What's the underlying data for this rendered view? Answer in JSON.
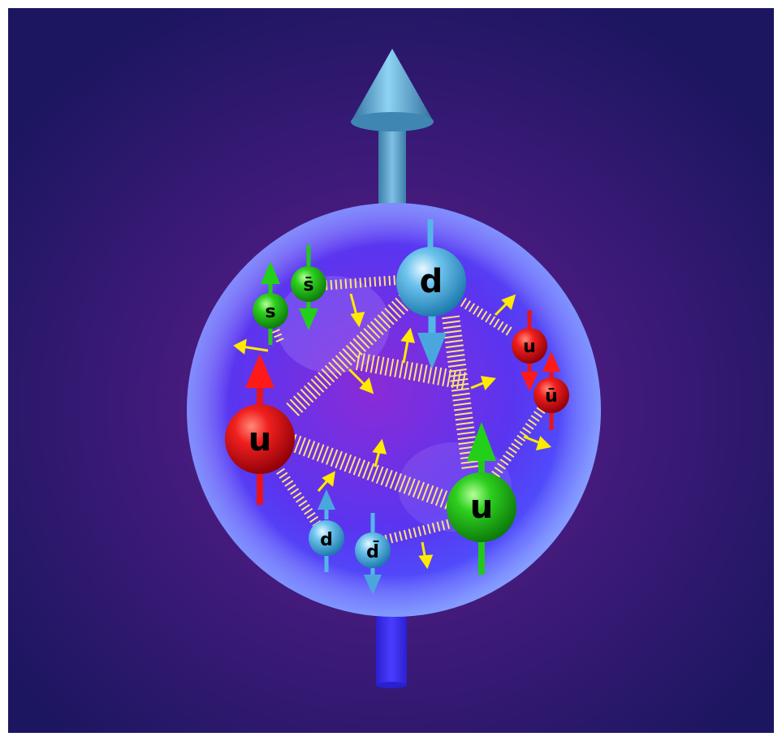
{
  "colors": {
    "background_center": "#6a1f8f",
    "background_edge": "#1c1660",
    "sphere": "#3f47ff",
    "spin_arrow": "#4aa3d6",
    "spin_stem_bottom": "#3a2cff",
    "gluon": "#ffe27a",
    "small_arrow": "#ffea00",
    "red_quark": "#e8141a",
    "green_quark": "#22c81c",
    "blue_quark": "#54b6e6"
  },
  "quarks": {
    "d_top": {
      "label": "d",
      "color": "blue",
      "spin": "down"
    },
    "u_left": {
      "label": "u",
      "color": "red",
      "spin": "up"
    },
    "u_right": {
      "label": "u",
      "color": "green",
      "spin": "up"
    },
    "s": {
      "label": "s",
      "color": "green",
      "spin": "up"
    },
    "s_bar": {
      "label": "s̄",
      "color": "green",
      "spin": "down"
    },
    "u_small": {
      "label": "u",
      "color": "red",
      "spin": "down"
    },
    "u_bar": {
      "label": "ū",
      "color": "red",
      "spin": "up"
    },
    "d_small": {
      "label": "d",
      "color": "blue",
      "spin": "up"
    },
    "d_bar": {
      "label": "d̄",
      "color": "blue",
      "spin": "down"
    }
  },
  "icons": {
    "proton_spin": "spin-up-cone-arrow",
    "gluon_link": "gluon-spring",
    "orbital_motion": "small-yellow-arrow"
  }
}
